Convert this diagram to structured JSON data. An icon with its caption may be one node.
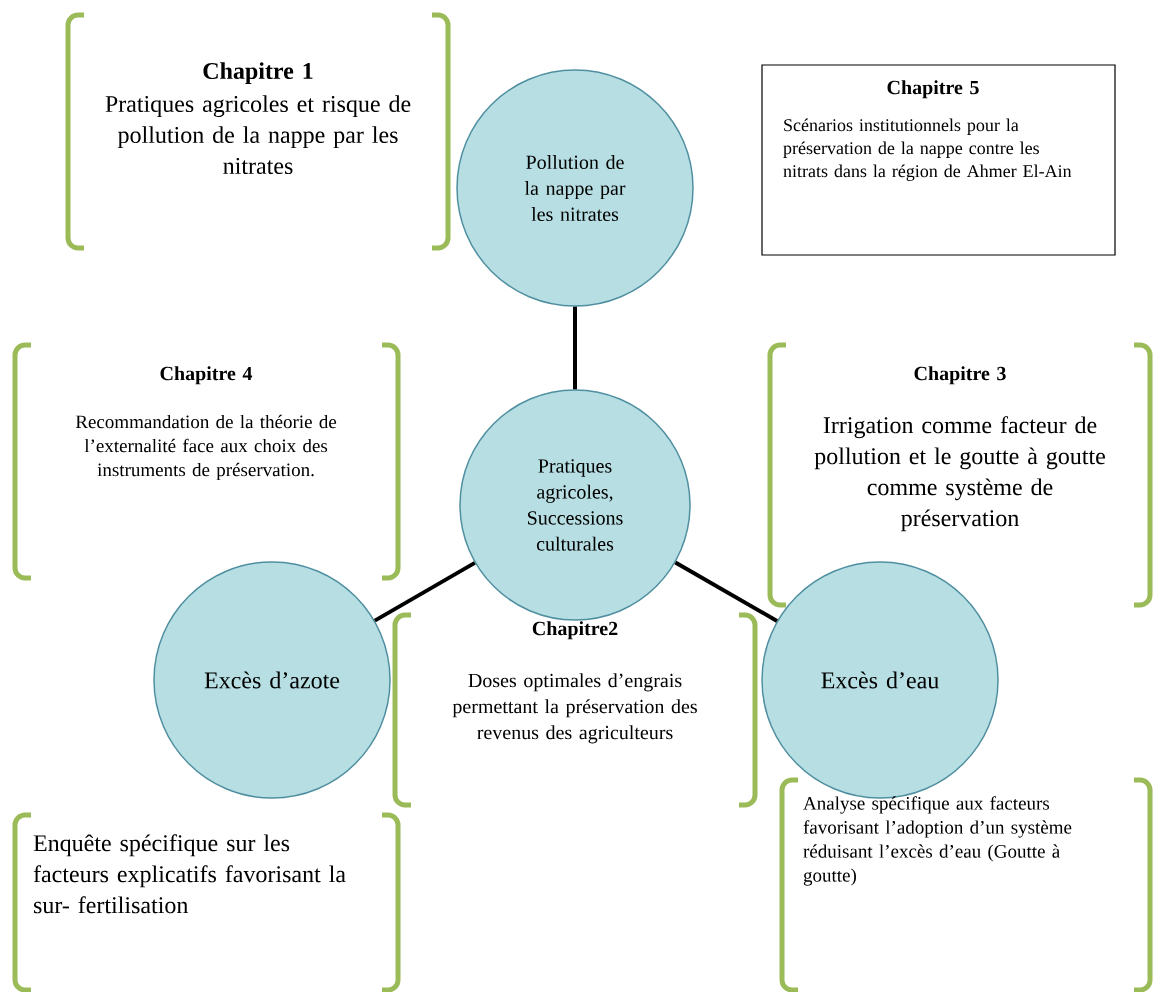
{
  "diagram": {
    "nodes": [
      {
        "text": [
          "Pollution de la nappe par les nitrates"
        ]
      },
      {
        "text": [
          "Pratiques agricoles, Successions culturales"
        ]
      },
      {
        "text": [
          "Excès d’azote"
        ]
      },
      {
        "text": [
          "Excès d’eau"
        ]
      },
      {
        "text": [
          "Chapitre 1",
          "Pratiques agricoles et risque de pollution de la nappe par les nitrates"
        ]
      },
      {
        "text": [
          "Chapitre 5",
          "Scénarios institutionnels pour la préservation de la nappe contre les nitrats dans la région de Ahmer El-Ain"
        ]
      },
      {
        "text": [
          "Chapitre 4",
          "Recommandation de la théorie de l’externalité face aux choix des instruments de préservation."
        ]
      },
      {
        "text": [
          "Chapitre 3",
          "Irrigation comme facteur de pollution et le goutte à goutte comme système de préservation"
        ]
      },
      {
        "text": [
          "Chapitre2",
          "Doses optimales d’engrais permettant la préservation des revenus des agriculteurs"
        ]
      },
      {
        "text": [
          "Enquête spécifique sur les facteurs  explicatifs favorisant la sur- fertilisation"
        ]
      },
      {
        "text": [
          "Analyse spécifique aux facteurs favorisant l’adoption d’un système réduisant l’excès d’eau (Goutte à goutte)"
        ]
      }
    ],
    "edges": [
      {
        "from": 0,
        "to": 1,
        "arrow": "none"
      },
      {
        "from": 1,
        "to": 2,
        "arrow": "none"
      },
      {
        "from": 1,
        "to": 3,
        "arrow": "none"
      }
    ]
  }
}
